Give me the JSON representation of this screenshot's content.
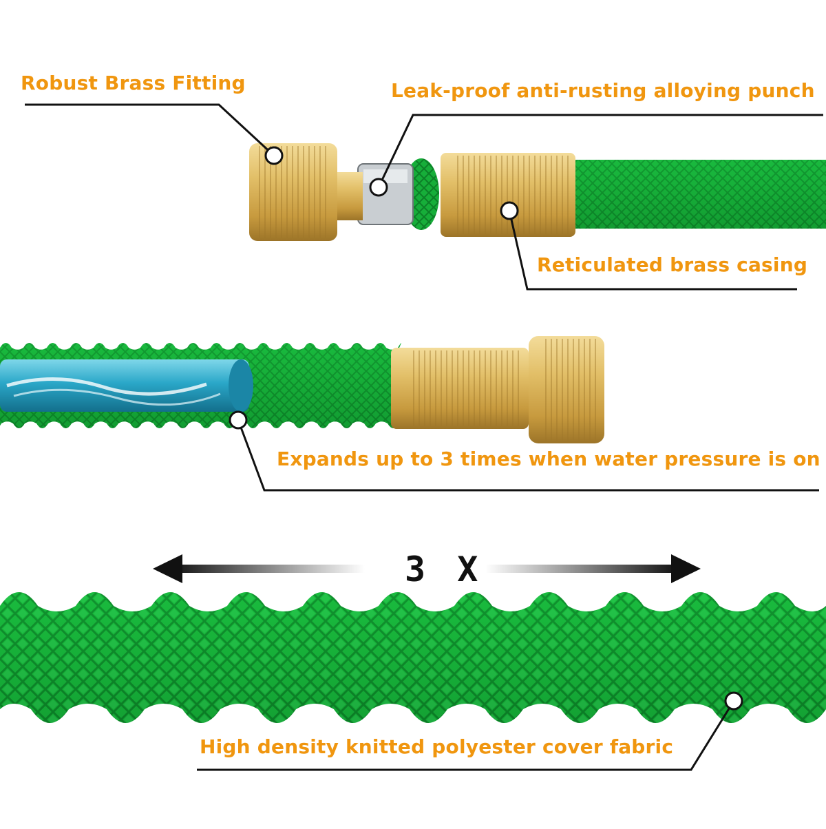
{
  "labels": {
    "brass_fitting": "Robust Brass Fitting",
    "punch": "Leak-proof anti-rusting alloying punch",
    "casing": "Reticulated brass casing",
    "expands": "Expands up to 3 times when water pressure is on",
    "fabric": "High density knitted polyester cover fabric"
  },
  "multiplier": "3 X",
  "colors": {
    "label_orange": "#f0960f",
    "brass": "#d8b25a",
    "brass_dark": "#a8822e",
    "hose_green": "#17b23a",
    "hose_dark": "#0b7d26",
    "inner_tube_blue": "#25a9c9",
    "leader_line": "#111111"
  }
}
